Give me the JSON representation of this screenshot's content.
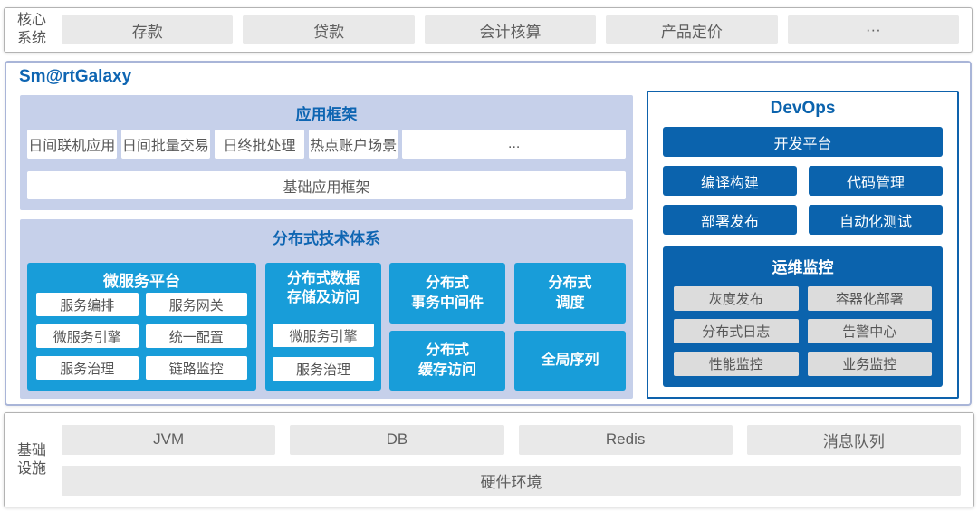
{
  "colors": {
    "accent_blue": "#0b63ad",
    "cyan": "#189dd9",
    "panel_periwinkle": "#c6d0ea",
    "title_blue": "#0e65b2",
    "box_gray": "#e9e9e9",
    "border_gray": "#b3b3b3"
  },
  "core_systems": {
    "label": "核心\n系统",
    "items": [
      "存款",
      "贷款",
      "会计核算",
      "产品定价",
      "···"
    ]
  },
  "galaxy": {
    "title": "Sm@rtGalaxy",
    "app_framework": {
      "title": "应用框架",
      "apps": [
        "日间联机应用",
        "日间批量交易",
        "日终批处理",
        "热点账户场景",
        "..."
      ],
      "base": "基础应用框架"
    },
    "distributed": {
      "title": "分布式技术体系",
      "microservice": {
        "title": "微服务平台",
        "items": [
          "服务编排",
          "服务网关",
          "微服务引擎",
          "统一配置",
          "服务治理",
          "链路监控"
        ]
      },
      "storage": {
        "title": "分布式数据\n存储及访问",
        "items": [
          "微服务引擎",
          "服务治理"
        ]
      },
      "blocks": [
        {
          "label": "分布式\n事务中间件"
        },
        {
          "label": "分布式\n调度"
        },
        {
          "label": "分布式\n缓存访问"
        },
        {
          "label": "全局序列"
        }
      ]
    },
    "devops": {
      "title": "DevOps",
      "platform": "开发平台",
      "buttons": [
        "编译构建",
        "代码管理",
        "部署发布",
        "自动化测试"
      ],
      "monitoring": {
        "title": "运维监控",
        "items": [
          "灰度发布",
          "容器化部署",
          "分布式日志",
          "告警中心",
          "性能监控",
          "业务监控"
        ]
      }
    }
  },
  "infrastructure": {
    "label": "基础\n设施",
    "items": [
      "JVM",
      "DB",
      "Redis",
      "消息队列"
    ],
    "hardware": "硬件环境"
  }
}
